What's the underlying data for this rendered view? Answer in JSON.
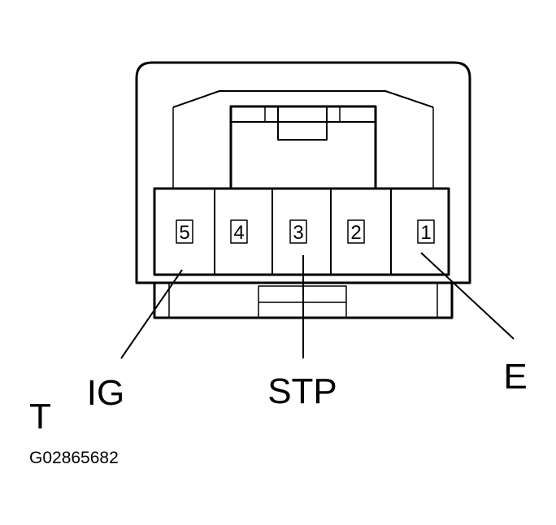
{
  "pins": [
    "5",
    "4",
    "3",
    "2",
    "1"
  ],
  "terminals": {
    "ig": "IG",
    "stp": "STP",
    "e": "E"
  },
  "view_label": "T",
  "figure_code": "G02865682"
}
